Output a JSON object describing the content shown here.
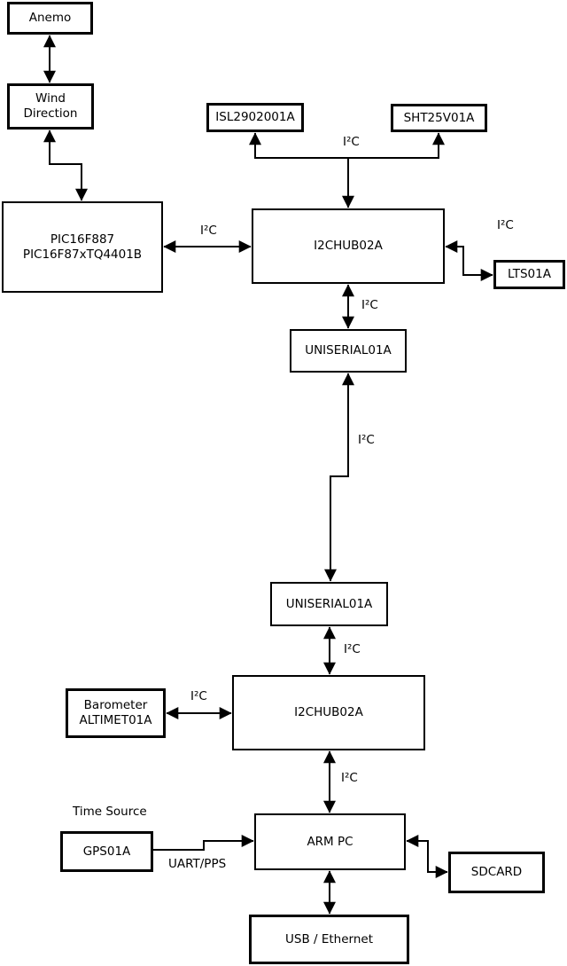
{
  "nodes": {
    "anemo": {
      "label": "Anemo"
    },
    "wind_direction": {
      "line1": "Wind",
      "line2": "Direction"
    },
    "pic": {
      "line1": "PIC16F887",
      "line2": "PIC16F87xTQ4401B"
    },
    "isl": {
      "label": "ISL2902001A"
    },
    "sht": {
      "label": "SHT25V01A"
    },
    "i2c_hub_upper": {
      "label": "I2CHUB02A"
    },
    "lts": {
      "label": "LTS01A"
    },
    "uniserial_upper": {
      "label": "UNISERIAL01A"
    },
    "uniserial_lower": {
      "label": "UNISERIAL01A"
    },
    "i2c_hub_lower": {
      "label": "I2CHUB02A"
    },
    "barometer": {
      "line1": "Barometer",
      "line2": "ALTIMET01A"
    },
    "arm_pc": {
      "label": "ARM PC"
    },
    "gps": {
      "label": "GPS01A"
    },
    "sdcard": {
      "label": "SDCARD"
    },
    "usb_ethernet": {
      "label": "USB / Ethernet"
    }
  },
  "edge_labels": {
    "i2c": "I²C",
    "uart_pps": "UART/PPS"
  },
  "annotations": {
    "time_source": "Time Source"
  },
  "colors": {
    "background": "#ffffff",
    "line": "#000000",
    "box_fill": "#ffffff",
    "box_border": "#000000",
    "text": "#000000"
  }
}
